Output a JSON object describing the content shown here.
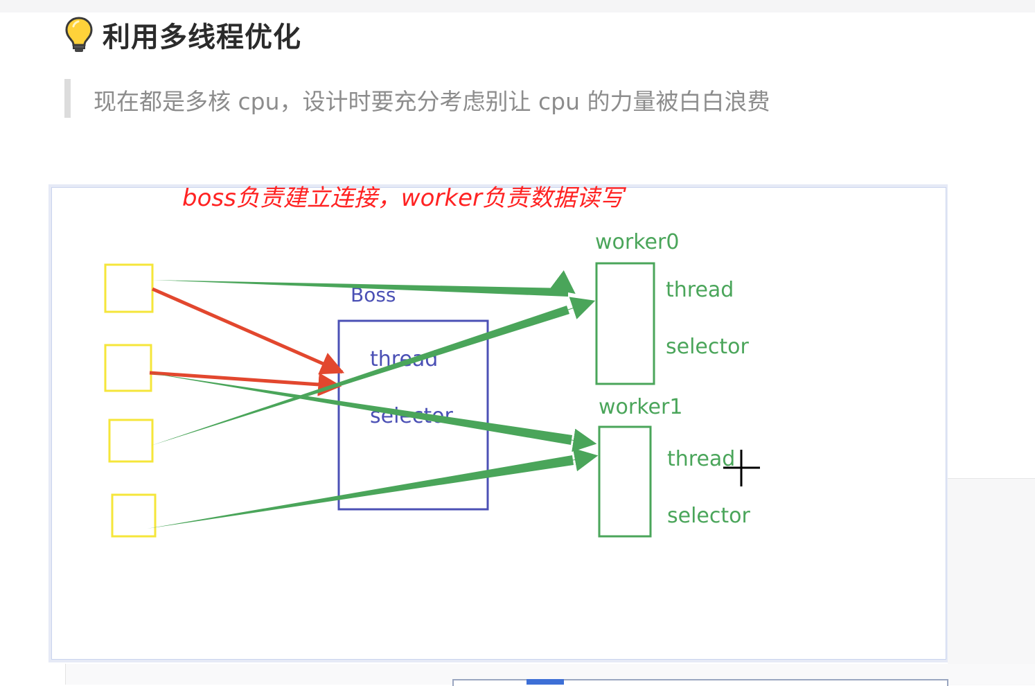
{
  "heading": {
    "icon": "lightbulb-icon",
    "title": "利用多线程优化"
  },
  "quote": "现在都是多核 cpu，设计时要充分考虑别让 cpu 的力量被白白浪费",
  "diagram": {
    "annotation": "boss负责建立连接，worker负责数据读写",
    "boss": {
      "title": "Boss",
      "thread": "thread",
      "selector": "selector"
    },
    "workers": [
      {
        "title": "worker0",
        "thread": "thread",
        "selector": "selector"
      },
      {
        "title": "worker1",
        "thread": "thread",
        "selector": "selector"
      }
    ],
    "client_count": 4,
    "colors": {
      "client": "#f5e63a",
      "boss": "#4b50b5",
      "worker": "#4aa55a",
      "connect_arrow": "#e2472e",
      "annotation": "#ff2222"
    },
    "cursor_icon": "crosshair-cursor-icon"
  }
}
